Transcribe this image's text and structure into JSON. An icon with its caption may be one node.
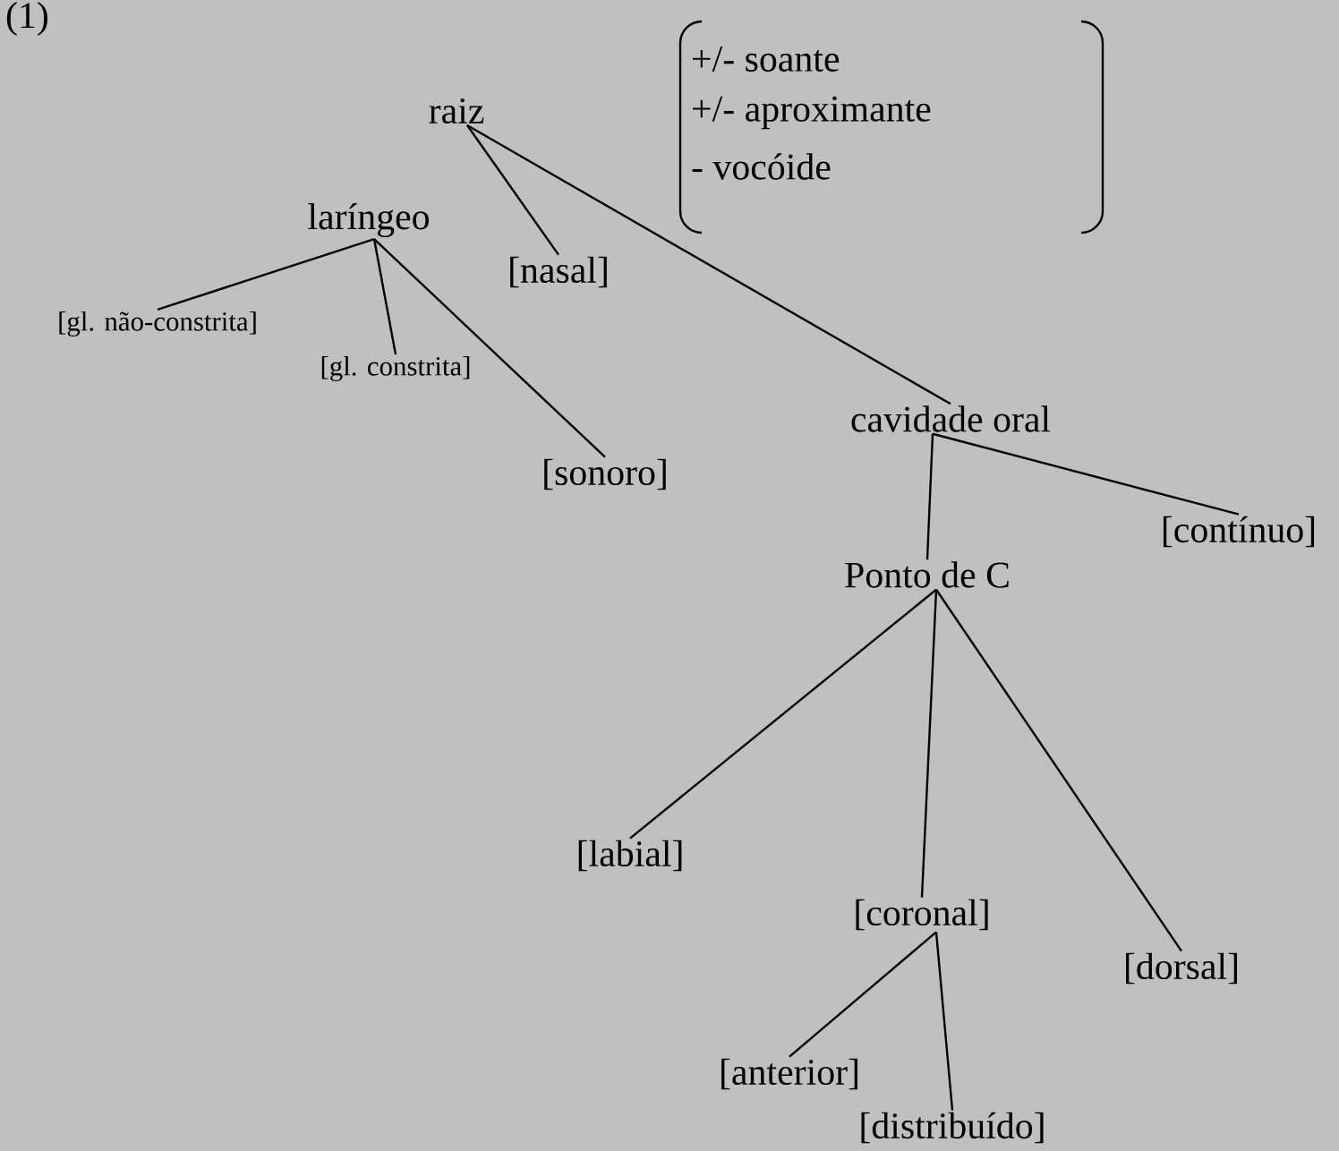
{
  "diagram": {
    "nodes": [
      {
        "text": [
          "raiz"
        ]
      },
      {
        "text": [
          "laríngeo"
        ]
      },
      {
        "text": [
          "[nasal]"
        ]
      },
      {
        "text": [
          "[gl. não-constrita]"
        ]
      },
      {
        "text": [
          "[gl. constrita]"
        ]
      },
      {
        "text": [
          "[sonoro]"
        ]
      },
      {
        "text": [
          "cavidade oral"
        ]
      },
      {
        "text": [
          "[contínuo]"
        ]
      },
      {
        "text": [
          "Ponto de C"
        ]
      },
      {
        "text": [
          "[labial]"
        ]
      },
      {
        "text": [
          "[coronal]"
        ]
      },
      {
        "text": [
          "[dorsal]"
        ]
      },
      {
        "text": [
          "[anterior]"
        ]
      },
      {
        "text": [
          "[distribuído]"
        ]
      }
    ],
    "edges": [
      {
        "from": 0,
        "to": 2,
        "arrow": "none"
      },
      {
        "from": 0,
        "to": 6,
        "arrow": "none"
      },
      {
        "from": 1,
        "to": 3,
        "arrow": "none"
      },
      {
        "from": 1,
        "to": 4,
        "arrow": "none"
      },
      {
        "from": 1,
        "to": 5,
        "arrow": "none"
      },
      {
        "from": 6,
        "to": 8,
        "arrow": "none"
      },
      {
        "from": 6,
        "to": 7,
        "arrow": "none"
      },
      {
        "from": 8,
        "to": 9,
        "arrow": "none"
      },
      {
        "from": 8,
        "to": 10,
        "arrow": "none"
      },
      {
        "from": 8,
        "to": 11,
        "arrow": "none"
      },
      {
        "from": 10,
        "to": 12,
        "arrow": "none"
      },
      {
        "from": 10,
        "to": 13,
        "arrow": "none"
      }
    ],
    "labels": [
      "(1)",
      "+/- soante",
      "+/- aproximante",
      "- vocóide"
    ]
  }
}
